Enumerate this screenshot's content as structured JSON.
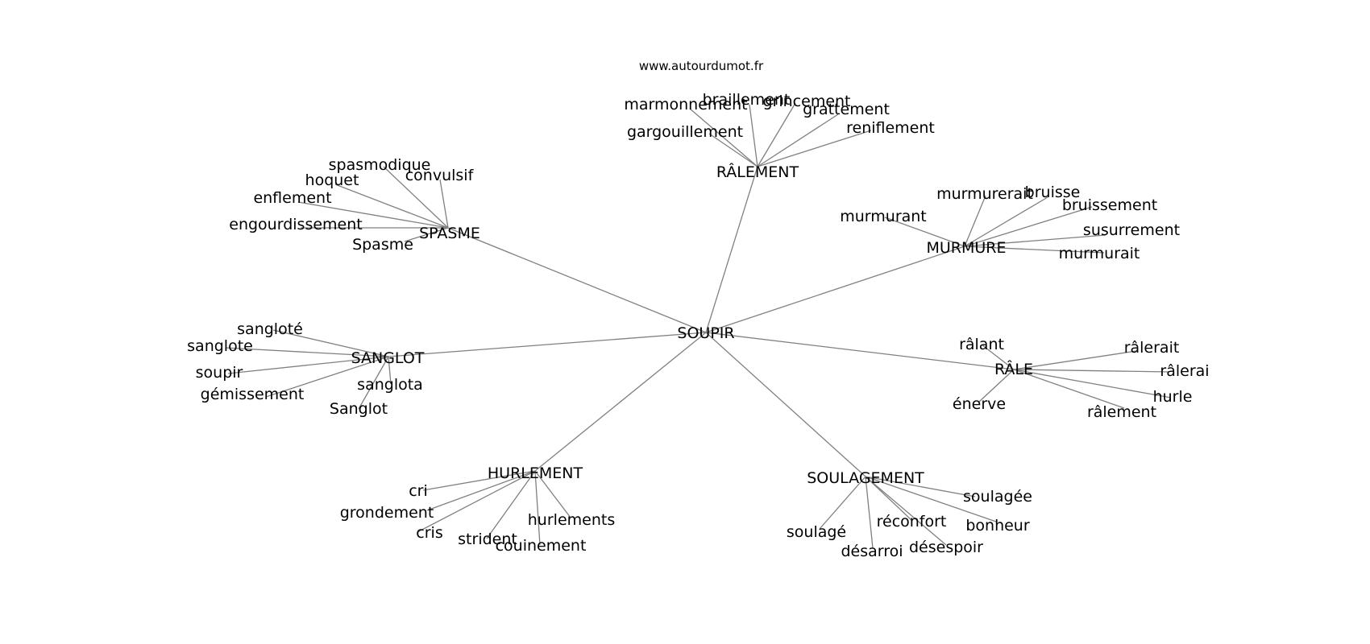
{
  "source": "www.autourdumot.fr",
  "center": "SOUPIR",
  "clusters": [
    {
      "hub": "RÂLEMENT",
      "leaves": [
        "marmonnement",
        "braillement",
        "grincement",
        "grattement",
        "gargouillement",
        "reniflement"
      ]
    },
    {
      "hub": "SPASME",
      "leaves": [
        "spasmodique",
        "convulsif",
        "hoquet",
        "enflement",
        "engourdissement",
        "Spasme"
      ]
    },
    {
      "hub": "MURMURE",
      "leaves": [
        "murmurerait",
        "bruisse",
        "bruissement",
        "murmurant",
        "susurrement",
        "murmurait"
      ]
    },
    {
      "hub": "SANGLOT",
      "leaves": [
        "sangloté",
        "sanglote",
        "soupir",
        "gémissement",
        "sanglota",
        "Sanglot"
      ]
    },
    {
      "hub": "RÂLE",
      "leaves": [
        "râlant",
        "râlerait",
        "râlerai",
        "énerve",
        "hurle",
        "râlement"
      ]
    },
    {
      "hub": "HURLEMENT",
      "leaves": [
        "cri",
        "grondement",
        "cris",
        "strident",
        "couinement",
        "hurlements"
      ]
    },
    {
      "hub": "SOULAGEMENT",
      "leaves": [
        "soulagée",
        "bonheur",
        "réconfort",
        "soulagé",
        "désarroi",
        "désespoir"
      ]
    }
  ]
}
